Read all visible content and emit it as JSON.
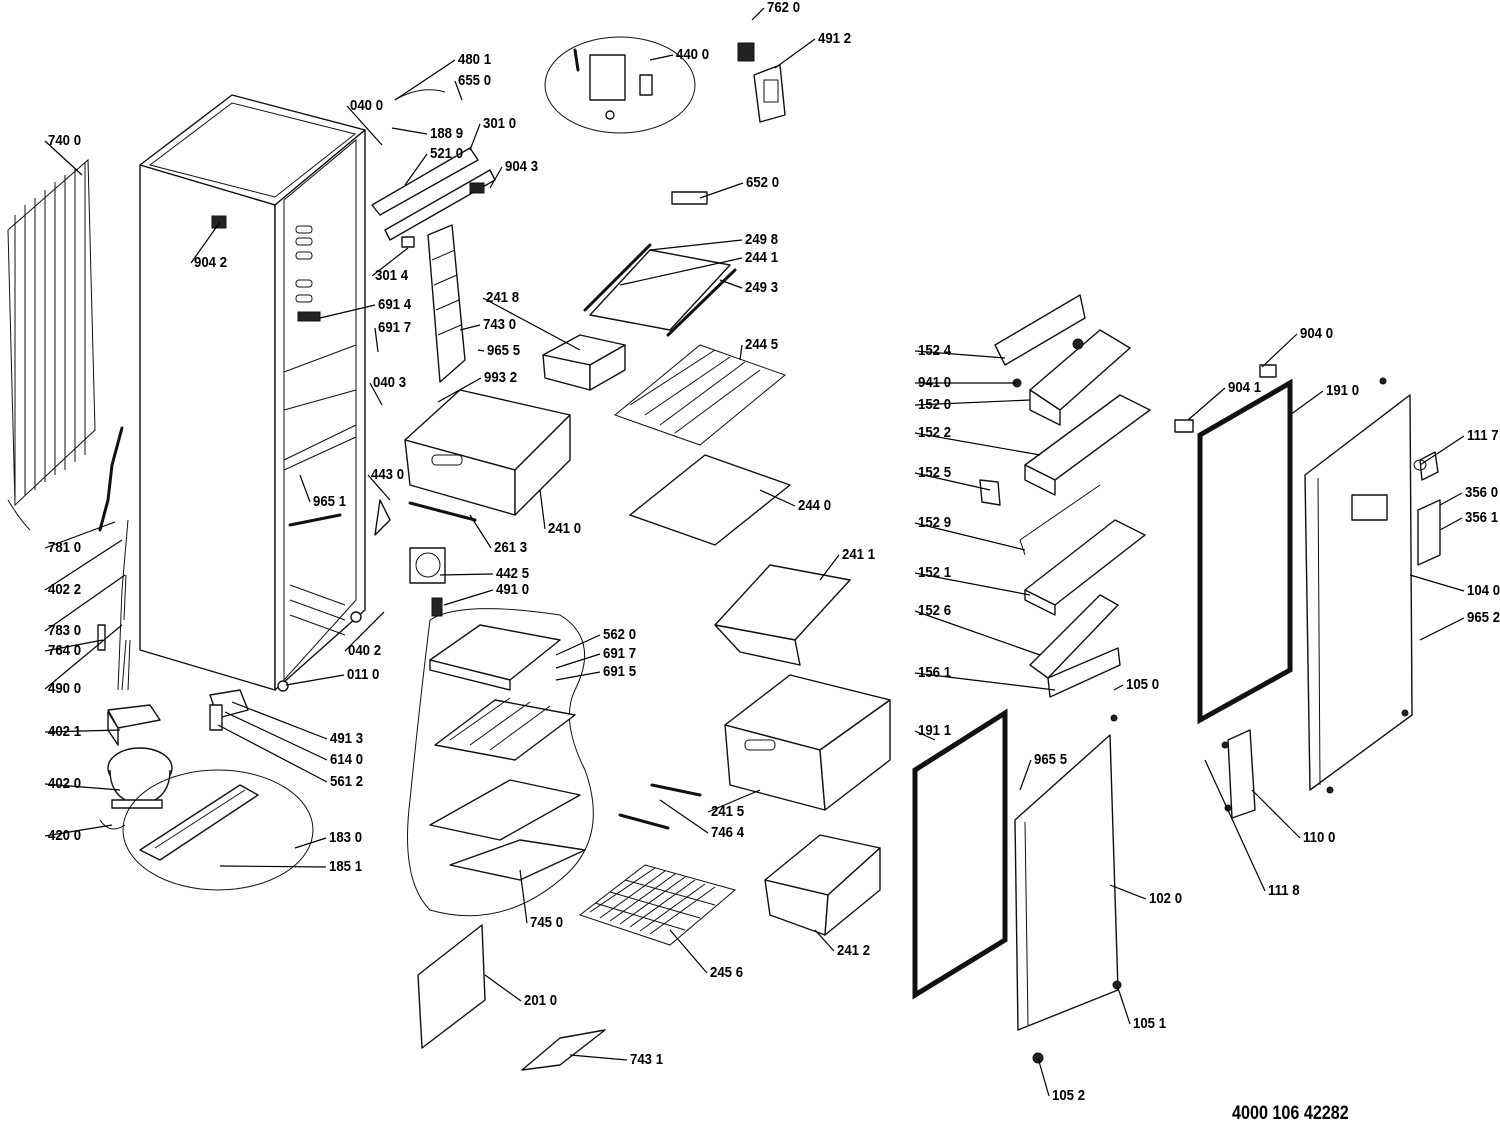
{
  "document_code": "4000 106 42282",
  "parts": [
    {
      "key": "p7620",
      "label": "762 0"
    },
    {
      "key": "p4912",
      "label": "491 2"
    },
    {
      "key": "p4801",
      "label": "480 1"
    },
    {
      "key": "p6550",
      "label": "655 0"
    },
    {
      "key": "p4400",
      "label": "440 0"
    },
    {
      "key": "p0400",
      "label": "040 0"
    },
    {
      "key": "p1889",
      "label": "188 9"
    },
    {
      "key": "p3010",
      "label": "301 0"
    },
    {
      "key": "p5210",
      "label": "521 0"
    },
    {
      "key": "p7400",
      "label": "740 0"
    },
    {
      "key": "p9043",
      "label": "904 3"
    },
    {
      "key": "p6520",
      "label": "652 0"
    },
    {
      "key": "p9042",
      "label": "904 2"
    },
    {
      "key": "p2498",
      "label": "249 8"
    },
    {
      "key": "p2441",
      "label": "244 1"
    },
    {
      "key": "p3014",
      "label": "301 4"
    },
    {
      "key": "p2493",
      "label": "249 3"
    },
    {
      "key": "p2418",
      "label": "241 8"
    },
    {
      "key": "p6914",
      "label": "691 4"
    },
    {
      "key": "p6917a",
      "label": "691 7"
    },
    {
      "key": "p7430",
      "label": "743 0"
    },
    {
      "key": "p9040",
      "label": "904 0"
    },
    {
      "key": "p9655a",
      "label": "965 5"
    },
    {
      "key": "p2445",
      "label": "244 5"
    },
    {
      "key": "p1524",
      "label": "152 4"
    },
    {
      "key": "p9932",
      "label": "993 2"
    },
    {
      "key": "p0403",
      "label": "040 3"
    },
    {
      "key": "p9410",
      "label": "941 0"
    },
    {
      "key": "p9041",
      "label": "904 1"
    },
    {
      "key": "p1910",
      "label": "191 0"
    },
    {
      "key": "p1520",
      "label": "152 0"
    },
    {
      "key": "p1522",
      "label": "152 2"
    },
    {
      "key": "p1117",
      "label": "111 7"
    },
    {
      "key": "p4430",
      "label": "443 0"
    },
    {
      "key": "p1525",
      "label": "152 5"
    },
    {
      "key": "p3560",
      "label": "356 0"
    },
    {
      "key": "p9651",
      "label": "965 1"
    },
    {
      "key": "p2440",
      "label": "244 0"
    },
    {
      "key": "p3561",
      "label": "356 1"
    },
    {
      "key": "p2410",
      "label": "241 0"
    },
    {
      "key": "p1529",
      "label": "152 9"
    },
    {
      "key": "p7810",
      "label": "781 0"
    },
    {
      "key": "p2613",
      "label": "261 3"
    },
    {
      "key": "p2411",
      "label": "241 1"
    },
    {
      "key": "p4425",
      "label": "442 5"
    },
    {
      "key": "p1521",
      "label": "152 1"
    },
    {
      "key": "p4022",
      "label": "402 2"
    },
    {
      "key": "p1040",
      "label": "104 0"
    },
    {
      "key": "p4910",
      "label": "491 0"
    },
    {
      "key": "p1526",
      "label": "152 6"
    },
    {
      "key": "p7830",
      "label": "783 0"
    },
    {
      "key": "p9652",
      "label": "965 2"
    },
    {
      "key": "p5620",
      "label": "562 0"
    },
    {
      "key": "p0402",
      "label": "040 2"
    },
    {
      "key": "p6917b",
      "label": "691 7"
    },
    {
      "key": "p7640",
      "label": "764 0"
    },
    {
      "key": "p6915",
      "label": "691 5"
    },
    {
      "key": "p1561",
      "label": "156 1"
    },
    {
      "key": "p0110",
      "label": "011 0"
    },
    {
      "key": "p4900",
      "label": "490 0"
    },
    {
      "key": "p1050",
      "label": "105 0"
    },
    {
      "key": "p4021",
      "label": "402 1"
    },
    {
      "key": "p1911",
      "label": "191 1"
    },
    {
      "key": "p4913",
      "label": "491 3"
    },
    {
      "key": "p6140",
      "label": "614 0"
    },
    {
      "key": "p9655b",
      "label": "965 5"
    },
    {
      "key": "p4020",
      "label": "402 0"
    },
    {
      "key": "p5612",
      "label": "561 2"
    },
    {
      "key": "p2415",
      "label": "241 5"
    },
    {
      "key": "p7464",
      "label": "746 4"
    },
    {
      "key": "p4200",
      "label": "420 0"
    },
    {
      "key": "p1830",
      "label": "183 0"
    },
    {
      "key": "p1100",
      "label": "110 0"
    },
    {
      "key": "p1851",
      "label": "185 1"
    },
    {
      "key": "p1118",
      "label": "111 8"
    },
    {
      "key": "p1020",
      "label": "102 0"
    },
    {
      "key": "p7450",
      "label": "745  0"
    },
    {
      "key": "p2412",
      "label": "241 2"
    },
    {
      "key": "p2456",
      "label": "245 6"
    },
    {
      "key": "p2010",
      "label": "201 0"
    },
    {
      "key": "p1051",
      "label": "105 1"
    },
    {
      "key": "p7431",
      "label": "743 1"
    },
    {
      "key": "p1052",
      "label": "105 2"
    }
  ]
}
